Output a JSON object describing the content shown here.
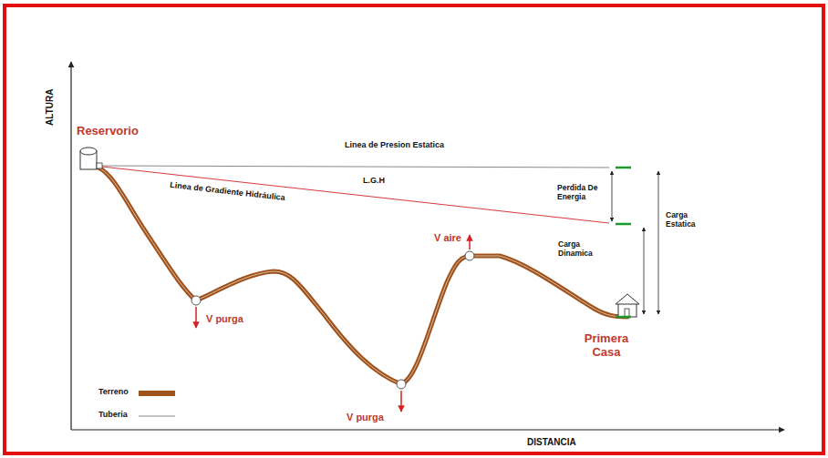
{
  "diagram": {
    "labels": [
      "ALTURA",
      "DISTANCIA",
      "Reservorio",
      "Linea de Presion Estatica",
      "L.G.H",
      "Linea de Gradiente Hidráulica",
      "Perdida De Energia",
      "Carga Dinamica",
      "Carga Estatica",
      "V aire",
      "V purga",
      "V purga",
      "Primera Casa"
    ],
    "legend": [
      {
        "text": "Terreno",
        "color": "#a0521d"
      },
      {
        "text": "Tuberia"
      }
    ]
  }
}
